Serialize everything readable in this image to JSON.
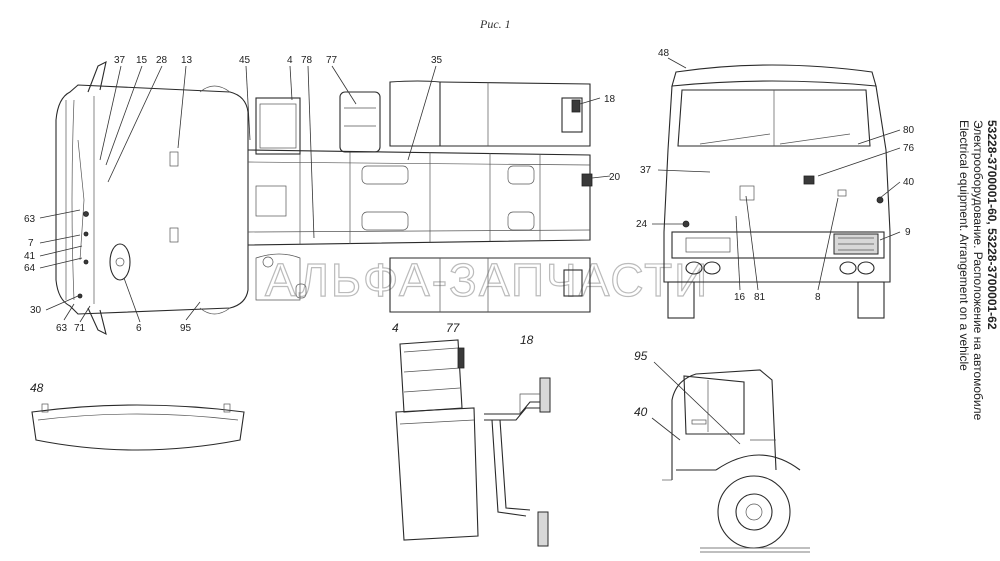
{
  "figure_caption": "Рис. 1",
  "watermark": "АЛЬФА-ЗАПЧАСТИ",
  "title": {
    "line1": "53228-3700001-60, 53228-3700001-62",
    "line2": "Электрооборудование. Расположение на автомобиле",
    "line3": "Electrical equipment. Arrangement on a vehicle"
  },
  "callouts": {
    "top_view": [
      "37",
      "15",
      "28",
      "13",
      "45",
      "4",
      "78",
      "77",
      "35",
      "18",
      "20",
      "63",
      "7",
      "41",
      "64",
      "30",
      "63",
      "71",
      "6",
      "95"
    ],
    "front_view": [
      "48",
      "80",
      "76",
      "37",
      "40",
      "9",
      "24",
      "16",
      "81",
      "8"
    ],
    "visor_detail": [
      "48"
    ],
    "battery_detail": [
      "4",
      "77"
    ],
    "bracket_detail": [
      "18"
    ],
    "side_view": [
      "95",
      "40"
    ]
  }
}
